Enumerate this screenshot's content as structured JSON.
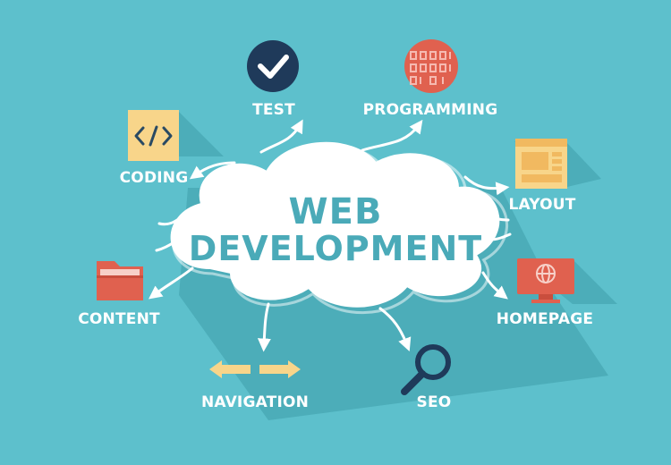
{
  "center": {
    "line1": "WEB",
    "line2": "DEVELOPMENT"
  },
  "nodes": {
    "test": "TEST",
    "programming": "PROGRAMMING",
    "coding": "CODING",
    "layout": "LAYOUT",
    "content": "CONTENT",
    "homepage": "HOMEPAGE",
    "navigation": "NAVIGATION",
    "seo": "SEO"
  },
  "icons": {
    "test": "checkmark-circle-icon",
    "programming": "binary-code-icon",
    "coding": "code-tag-icon",
    "layout": "webpage-layout-icon",
    "content": "folder-icon",
    "homepage": "monitor-globe-icon",
    "navigation": "left-right-arrows-icon",
    "seo": "magnifier-icon"
  },
  "colors": {
    "background": "#5dc0cc",
    "cloud": "#ffffff",
    "title": "#4aaab8",
    "navy": "#1f3a5a",
    "coral": "#e0614f",
    "yellow": "#f8d58a",
    "label": "#ffffff"
  }
}
